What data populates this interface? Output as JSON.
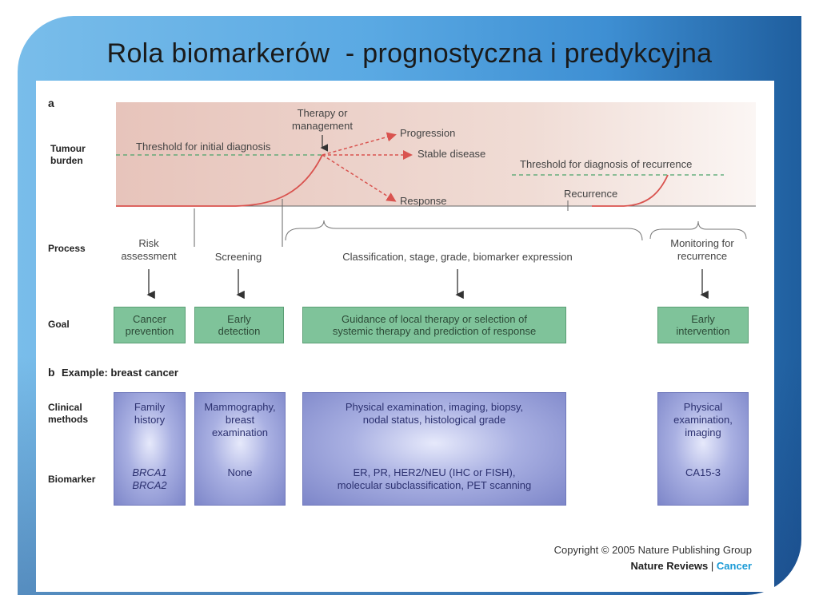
{
  "slide": {
    "title": "Rola biomarkerów  - prognostyczna i predykcyjna"
  },
  "panel_a": {
    "letter": "a",
    "tumour_burden_label": [
      "Tumour",
      "burden"
    ],
    "threshold_initial": "Threshold for initial diagnosis",
    "therapy_label": [
      "Therapy or",
      "management"
    ],
    "progression": "Progression",
    "stable_disease": "Stable disease",
    "response": "Response",
    "threshold_recurrence": "Threshold for diagnosis of recurrence",
    "recurrence": "Recurrence",
    "process_label": "Process",
    "goal_label": "Goal",
    "processes": [
      [
        "Risk",
        "assessment"
      ],
      [
        "Screening"
      ],
      [
        "Classification, stage, grade, biomarker expression"
      ],
      [
        "Monitoring for",
        "recurrence"
      ]
    ],
    "goals": [
      [
        "Cancer",
        "prevention"
      ],
      [
        "Early",
        "detection"
      ],
      [
        "Guidance of local therapy or selection of",
        "systemic therapy and prediction of response"
      ],
      [
        "Early",
        "intervention"
      ]
    ]
  },
  "panel_b": {
    "letter": "b",
    "heading": "Example: breast cancer",
    "clinical_methods_label": [
      "Clinical",
      "methods"
    ],
    "biomarker_label": "Biomarker",
    "columns": [
      {
        "methods": [
          "Family",
          "history"
        ],
        "biomarker": [
          "BRCA1",
          "BRCA2"
        ],
        "italic": true
      },
      {
        "methods": [
          "Mammography,",
          "breast",
          "examination"
        ],
        "biomarker": [
          "None"
        ],
        "italic": false
      },
      {
        "methods": [
          "Physical examination, imaging, biopsy,",
          "nodal status, histological grade"
        ],
        "biomarker": [
          "ER, PR, HER2/NEU (IHC or FISH),",
          "molecular subclassification, PET scanning"
        ],
        "italic": false
      },
      {
        "methods": [
          "Physical",
          "examination,",
          "imaging"
        ],
        "biomarker": [
          "CA15-3"
        ],
        "italic": false
      }
    ]
  },
  "credits": {
    "copyright": "Copyright © 2005 Nature Publishing Group",
    "journal": "Nature Reviews",
    "separator": "|",
    "journal_section": "Cancer"
  },
  "colors": {
    "curve": "#d9534f",
    "threshold": "#4aa36a",
    "goal_box": "#7fc39a",
    "method_box": "#8f97d6",
    "accent": "#1a9ad6"
  }
}
